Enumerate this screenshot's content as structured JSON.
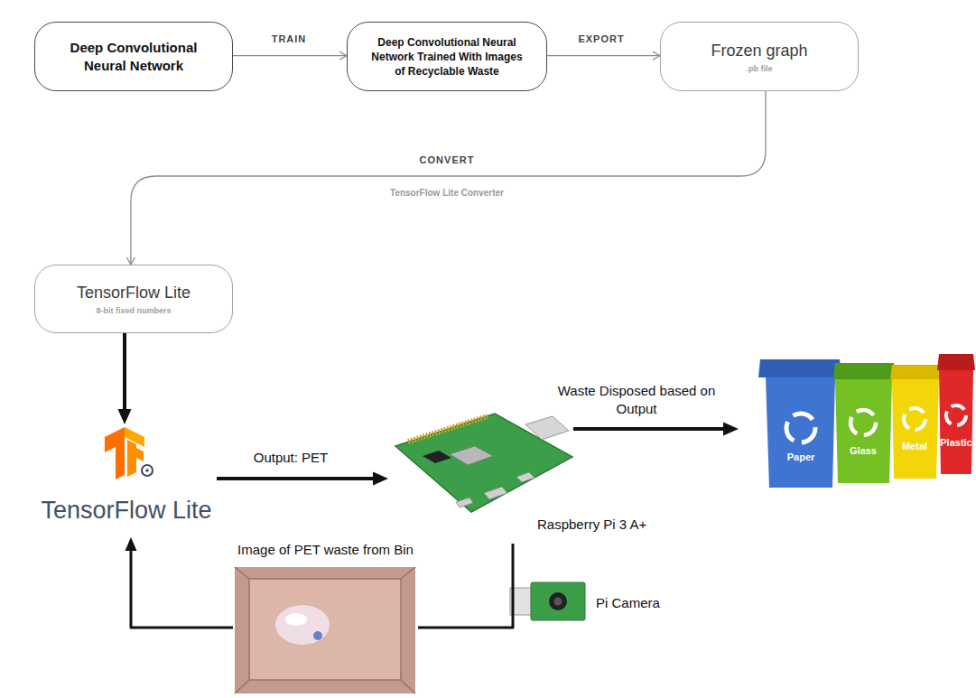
{
  "diagram": {
    "nodes": [
      {
        "text": [
          "Deep Convolutional Neural Network"
        ]
      },
      {
        "text": [
          "Deep Convolutional Neural Network Trained With Images of Recyclable Waste"
        ]
      },
      {
        "text": [
          "Frozen graph",
          ".pb file"
        ]
      },
      {
        "text": [
          "TensorFlow Lite",
          "8-bit fixed numbers"
        ]
      },
      {
        "text": [
          "TensorFlow Lite"
        ]
      },
      {
        "text": [
          "Raspberry Pi 3 A+"
        ]
      },
      {
        "text": [
          "Paper",
          "Glass",
          "Metal",
          "Plastic"
        ]
      },
      {
        "text": [
          "Pi Camera"
        ]
      },
      {
        "text": [
          "Image of PET waste from Bin"
        ]
      }
    ],
    "edges": [
      {
        "from": 0,
        "to": 1,
        "label": "TRAIN",
        "arrow": "to"
      },
      {
        "from": 1,
        "to": 2,
        "label": "EXPORT",
        "arrow": "to"
      },
      {
        "from": 2,
        "to": 3,
        "label": "CONVERT",
        "arrow": "to"
      },
      {
        "from": 3,
        "to": 4,
        "arrow": "to"
      },
      {
        "from": 4,
        "to": 5,
        "label": "Output: PET",
        "arrow": "to"
      },
      {
        "from": 5,
        "to": 6,
        "label": "Waste Disposed based on Output",
        "arrow": "to"
      },
      {
        "from": 5,
        "to": 8,
        "arrow": "none"
      },
      {
        "from": 8,
        "to": 4,
        "arrow": "to"
      }
    ],
    "labels": [
      "TensorFlow Lite Converter"
    ]
  }
}
